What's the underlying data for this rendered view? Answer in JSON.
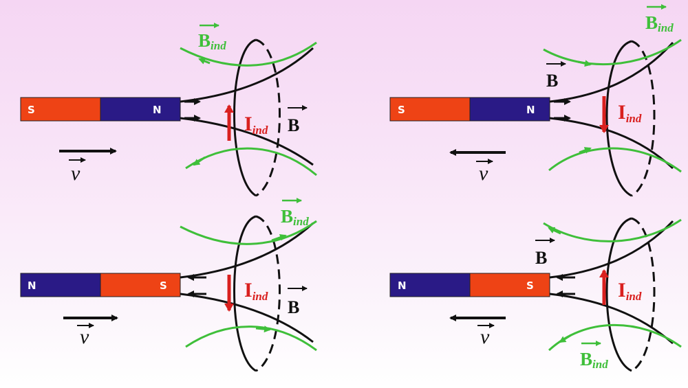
{
  "labels": {
    "B": "B",
    "B_ind_main": "B",
    "B_ind_sub": "ind",
    "I_ind_main": "I",
    "I_ind_sub": "ind",
    "v": "v"
  },
  "colors": {
    "red_pole": "#ee4315",
    "blue_pole": "#2a1a86",
    "green": "#3fbf3a",
    "current": "#d9201f",
    "line": "#111111"
  },
  "panels": [
    {
      "id": "top-left",
      "left_pole": "S",
      "right_pole": "N",
      "motion": "right",
      "current": "up"
    },
    {
      "id": "top-right",
      "left_pole": "S",
      "right_pole": "N",
      "motion": "left",
      "current": "down"
    },
    {
      "id": "bottom-left",
      "left_pole": "N",
      "right_pole": "S",
      "motion": "right",
      "current": "down"
    },
    {
      "id": "bottom-right",
      "left_pole": "N",
      "right_pole": "S",
      "motion": "left",
      "current": "up"
    }
  ]
}
